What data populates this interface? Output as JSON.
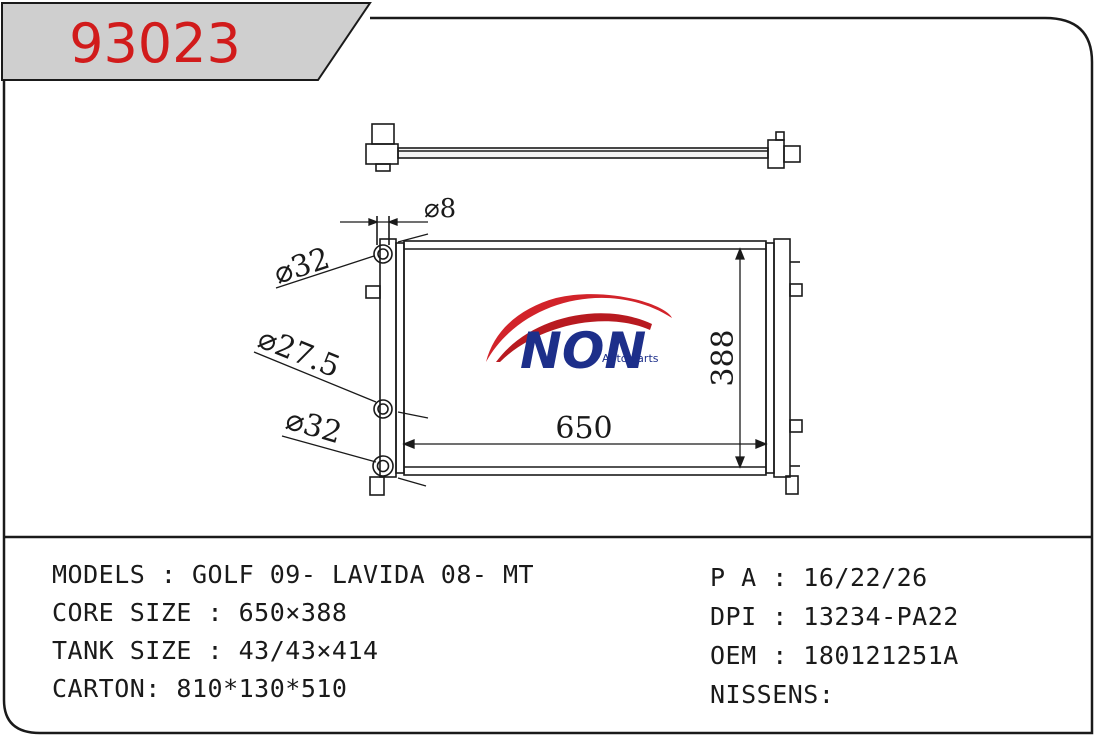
{
  "part_number": "93023",
  "colors": {
    "part_number": "#d11b1b",
    "header_band": "#cfcfcf",
    "logo_red": "#d2232a",
    "logo_blue": "#1d2f8a",
    "outline": "#1a1a1a"
  },
  "dimensions": {
    "inlet_pipe": "⌀8",
    "upper_hose": "⌀32",
    "middle_hose": "⌀27.5",
    "lower_hose": "⌀32",
    "core_width": "650",
    "core_height": "388"
  },
  "logo": {
    "text": "NON",
    "subtext": "Auto Parts"
  },
  "specs_left": [
    "MODELS : GOLF 09- LAVIDA 08- MT",
    "CORE SIZE : 650×388",
    "TANK SIZE : 43/43×414",
    "CARTON: 810*130*510"
  ],
  "specs_right": [
    "P A : 16/22/26",
    "DPI : 13234-PA22",
    "OEM : 180121251A",
    "NISSENS:"
  ]
}
